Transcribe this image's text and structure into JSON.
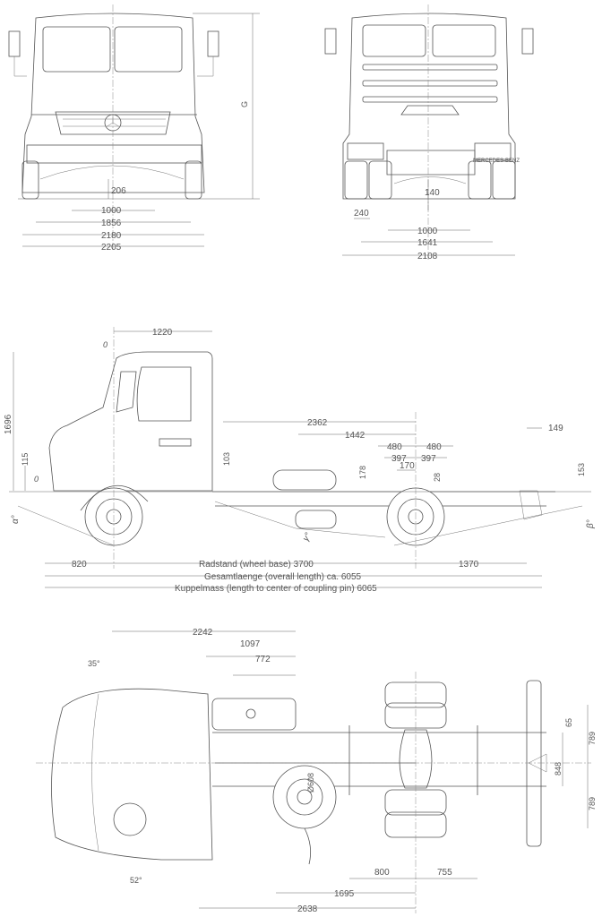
{
  "front_view": {
    "dims": {
      "ground_clearance": "206",
      "track_inner": "1000",
      "track": "1856",
      "width_body": "2180",
      "width_mirrors": "2205",
      "height": "G"
    }
  },
  "rear_view": {
    "brand_text": "MERCEDES-BENZ",
    "dims": {
      "ground_clearance": "140",
      "tire_width": "240",
      "frame_width": "1000",
      "rear_track": "1641",
      "overall_width": "2108"
    }
  },
  "side_view": {
    "dims": {
      "cab_length": "1220",
      "frame_height": "1696",
      "front_height": "115",
      "datum_top": "0",
      "datum_front": "0",
      "d2362": "2362",
      "d1442": "1442",
      "d480a": "480",
      "d480b": "480",
      "d397a": "397",
      "d397b": "397",
      "d170": "170",
      "d28": "28",
      "d178": "178",
      "d103": "103",
      "d149": "149",
      "d153": "153",
      "front_overhang": "820",
      "wheelbase": "Radstand (wheel base) 3700",
      "rear_overhang": "1370",
      "overall_length": "Gesamtlaenge (overall length) ca. 6055",
      "coupling_length": "Kuppelmass (length to center of coupling pin) 6065",
      "angle_alpha": "α°",
      "angle_beta": "β°",
      "angle_ramp": "γ°"
    }
  },
  "plan_view": {
    "dims": {
      "d2242": "2242",
      "d1097": "1097",
      "d772": "772",
      "angle_35": "35°",
      "angle_52": "52°",
      "d800": "800",
      "d755": "755",
      "d1695": "1695",
      "d2638": "2638",
      "d65": "65",
      "d789a": "789",
      "d848": "848",
      "d789b": "789",
      "wheel_dia": "Ø608"
    }
  }
}
